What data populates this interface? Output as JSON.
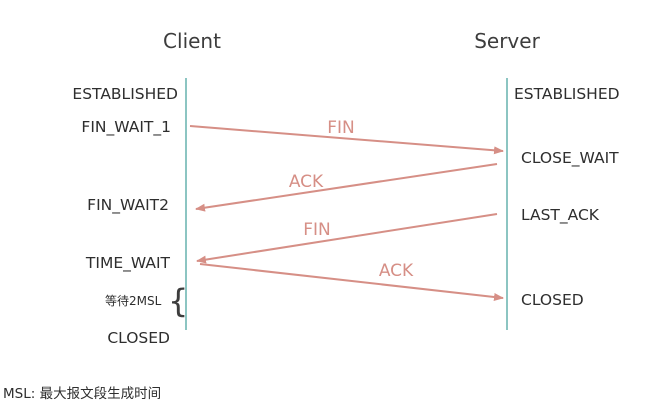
{
  "header": {
    "client": "Client",
    "server": "Server"
  },
  "client_states": {
    "established": "ESTABLISHED",
    "fin_wait_1": "FIN_WAIT_1",
    "fin_wait_2": "FIN_WAIT2",
    "time_wait": "TIME_WAIT",
    "wait_2msl": "等待2MSL",
    "brace": "{",
    "closed": "CLOSED"
  },
  "server_states": {
    "established": "ESTABLISHED",
    "close_wait": "CLOSE_WAIT",
    "last_ack": "LAST_ACK",
    "closed": "CLOSED"
  },
  "messages": {
    "fin_1": "FIN",
    "ack_1": "ACK",
    "fin_2": "FIN",
    "ack_2": "ACK"
  },
  "footnote": "MSL: 最大报文段生成时间",
  "colors": {
    "arrow": "#d68f86",
    "lifeline": "#8cc5c2",
    "text": "#2e2e2e"
  }
}
